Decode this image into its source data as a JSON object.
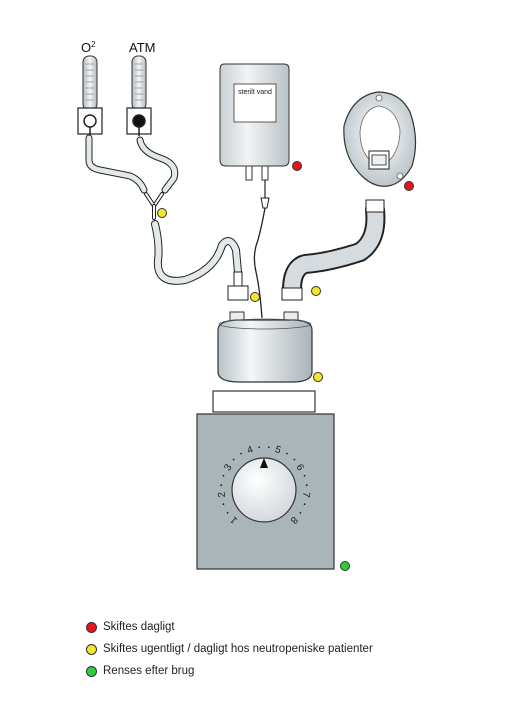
{
  "gauges": {
    "o2_label": "O",
    "o2_sup": "2",
    "atm_label": "ATM"
  },
  "bag": {
    "label": "sterilt vand"
  },
  "dial": {
    "numbers": [
      "1",
      "2",
      "3",
      "4",
      "5",
      "6",
      "7",
      "8"
    ]
  },
  "colors": {
    "daily": "#e8141b",
    "weekly": "#f2e52a",
    "after_use": "#2ccc3a",
    "device_body": "#aab5ba",
    "tube": "#d7dde0"
  },
  "legend": [
    {
      "color_key": "daily",
      "label": "Skiftes dagligt"
    },
    {
      "color_key": "weekly",
      "label": "Skiftes ugentligt / dagligt hos neutropeniske patienter"
    },
    {
      "color_key": "after_use",
      "label": "Renses efter brug"
    }
  ]
}
